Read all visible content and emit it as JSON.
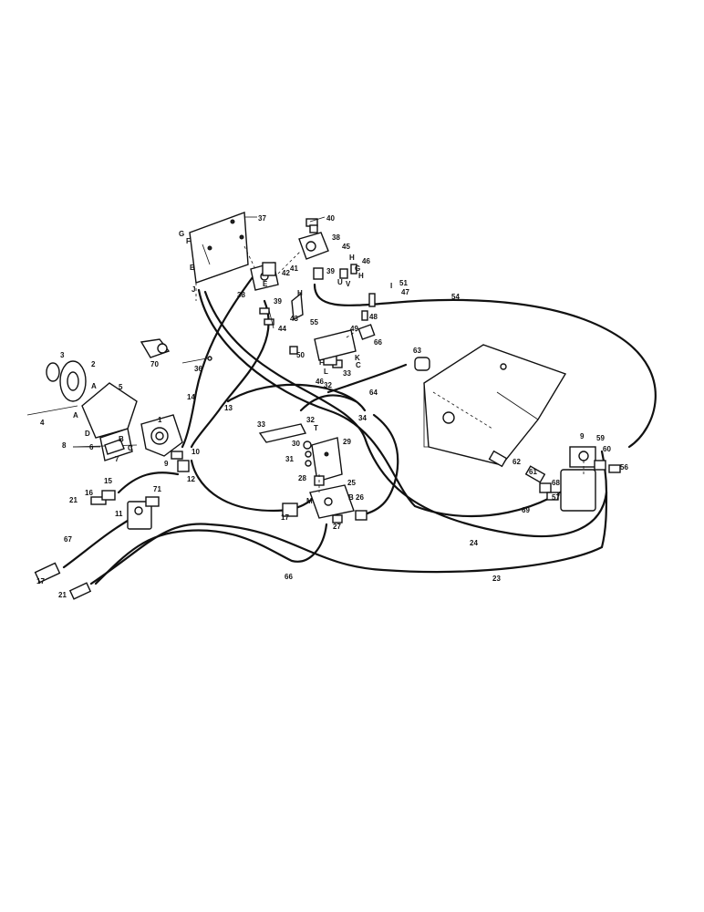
{
  "callouts": {
    "c1": "1",
    "c2": "2",
    "c3": "3",
    "c4": "4",
    "c5": "5",
    "c6": "6",
    "c7": "7",
    "c8": "8",
    "c9": "9",
    "c10": "10",
    "c11": "11",
    "c12": "12",
    "c13": "13",
    "c14": "14",
    "c15": "15",
    "c16": "16",
    "c17a": "17",
    "c17b": "17",
    "c21a": "21",
    "c21b": "21",
    "c23": "23",
    "c24": "24",
    "c25": "25",
    "c26": "26",
    "c27": "27",
    "c28": "28",
    "c29": "29",
    "c30": "30",
    "c31": "31",
    "c32a": "32",
    "c32b": "32",
    "c33a": "33",
    "c33b": "33",
    "c34": "34",
    "c36": "36",
    "c37": "37",
    "c38a": "38",
    "c38b": "38",
    "c39a": "39",
    "c39b": "39",
    "c40": "40",
    "c41": "41",
    "c42": "42",
    "c43": "43",
    "c44": "44",
    "c45": "45",
    "c46a": "46",
    "c46b": "46",
    "c47": "47",
    "c48": "48",
    "c49": "49",
    "c50": "50",
    "c51": "51",
    "c54": "54",
    "c55": "55",
    "c56": "56",
    "c57": "57",
    "c59": "59",
    "c60": "60",
    "c61": "61",
    "c62": "62",
    "c63": "63",
    "c64": "64",
    "c66a": "66",
    "c66b": "66",
    "c67": "67",
    "c68": "68",
    "c69": "69",
    "c70": "70",
    "c71": "71",
    "c9b": "9"
  },
  "letters": {
    "G1": "G",
    "F1": "F",
    "B1": "B",
    "J1": "J",
    "E1": "E",
    "H1": "H",
    "U1": "U",
    "V1": "V",
    "G2": "G",
    "H2": "H",
    "H3": "H",
    "A1": "A",
    "A2": "A",
    "D1": "D",
    "B2": "B",
    "C1": "C",
    "K1": "K",
    "C2": "C",
    "F2": "F",
    "L1": "L",
    "T1": "T",
    "M1": "M",
    "B3": "B",
    "I1": "I"
  }
}
